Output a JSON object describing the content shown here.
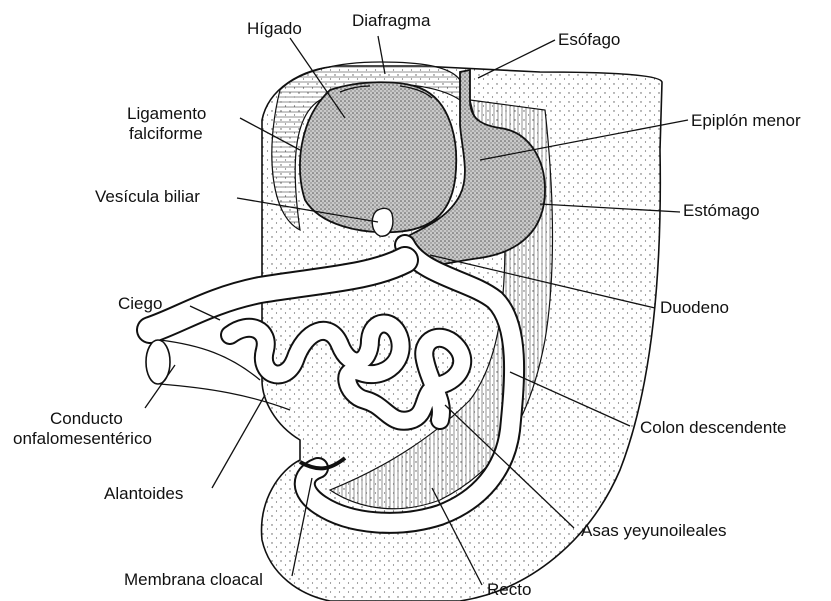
{
  "labels": {
    "higado": "Hígado",
    "diafragma": "Diafragma",
    "esofago": "Esófago",
    "ligamento_1": "Ligamento",
    "ligamento_2": "falciforme",
    "epiplon": "Epiplón menor",
    "vesicula": "Vesícula biliar",
    "estomago": "Estómago",
    "ciego": "Ciego",
    "duodeno": "Duodeno",
    "conducto_1": "Conducto",
    "conducto_2": "onfalomesentérico",
    "colon": "Colon descendente",
    "alantoides": "Alantoides",
    "asas": "Asas yeyunoileales",
    "membrana": "Membrana cloacal",
    "recto": "Recto"
  }
}
